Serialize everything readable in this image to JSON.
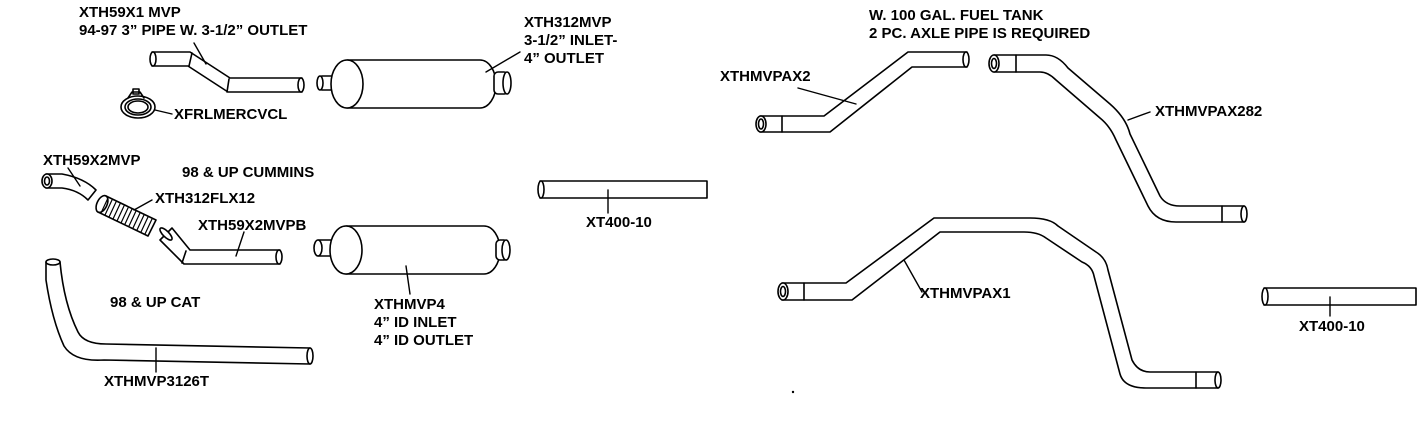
{
  "labels": {
    "xth59x1": [
      "XTH59X1 MVP",
      "94-97 3” PIPE W. 3-1/2” OUTLET"
    ],
    "xfrlmercvcl": "XFRLMERCVCL",
    "xth312mvp": [
      "XTH312MVP",
      "3-1/2” INLET-",
      "4” OUTLET"
    ],
    "xth59x2mvp": "XTH59X2MVP",
    "cummins": "98 & UP CUMMINS",
    "xth312flx12": "XTH312FLX12",
    "xth59x2mvpb": "XTH59X2MVPB",
    "cat": "98 & UP CAT",
    "xthmvp3126t": "XTHMVP3126T",
    "xthmvp4": [
      "XTHMVP4",
      "4” ID INLET",
      "4” ID OUTLET"
    ],
    "xt400_left": "XT400-10",
    "fuel_tank_note": [
      "W. 100 GAL. FUEL TANK",
      "2 PC. AXLE PIPE IS REQUIRED"
    ],
    "xthmvpax2": "XTHMVPAX2",
    "xthmvpax282": "XTHMVPAX282",
    "xthmvpax1": "XTHMVPAX1",
    "xt400_right": "XT400-10"
  },
  "colors": {
    "line": "#000000",
    "background": "#ffffff"
  }
}
